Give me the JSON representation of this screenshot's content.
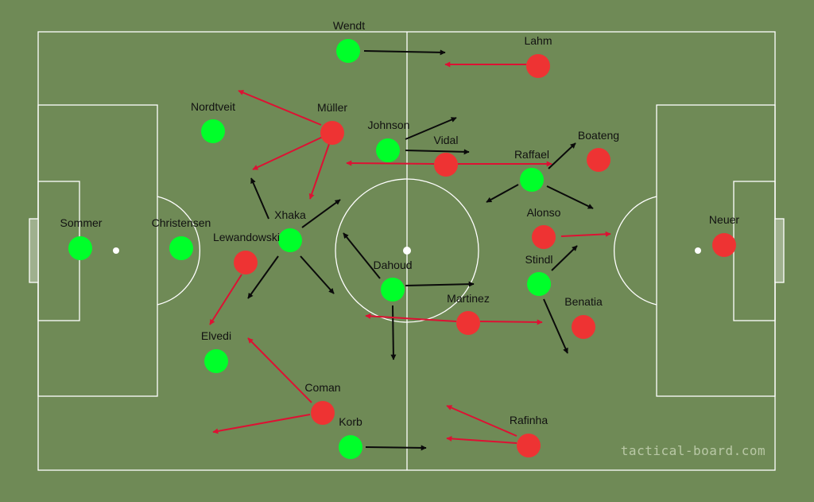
{
  "colors": {
    "grass": "#6f8a56",
    "line": "#ffffff",
    "home": "#00ff2a",
    "away": "#ee3333",
    "home_arrow": "#0a0a0a",
    "away_arrow": "#dd1133"
  },
  "watermark": "tactical-board.com",
  "players": {
    "home": [
      {
        "name": "Wendt"
      },
      {
        "name": "Nordtveit"
      },
      {
        "name": "Johnson"
      },
      {
        "name": "Sommer"
      },
      {
        "name": "Christensen"
      },
      {
        "name": "Xhaka"
      },
      {
        "name": "Dahoud"
      },
      {
        "name": "Raffael"
      },
      {
        "name": "Stindl"
      },
      {
        "name": "Elvedi"
      },
      {
        "name": "Korb"
      }
    ],
    "away": [
      {
        "name": "Lahm"
      },
      {
        "name": "Müller"
      },
      {
        "name": "Vidal"
      },
      {
        "name": "Boateng"
      },
      {
        "name": "Alonso"
      },
      {
        "name": "Neuer"
      },
      {
        "name": "Lewandowski"
      },
      {
        "name": "Martinez"
      },
      {
        "name": "Benatia"
      },
      {
        "name": "Coman"
      },
      {
        "name": "Rafinha"
      }
    ]
  }
}
